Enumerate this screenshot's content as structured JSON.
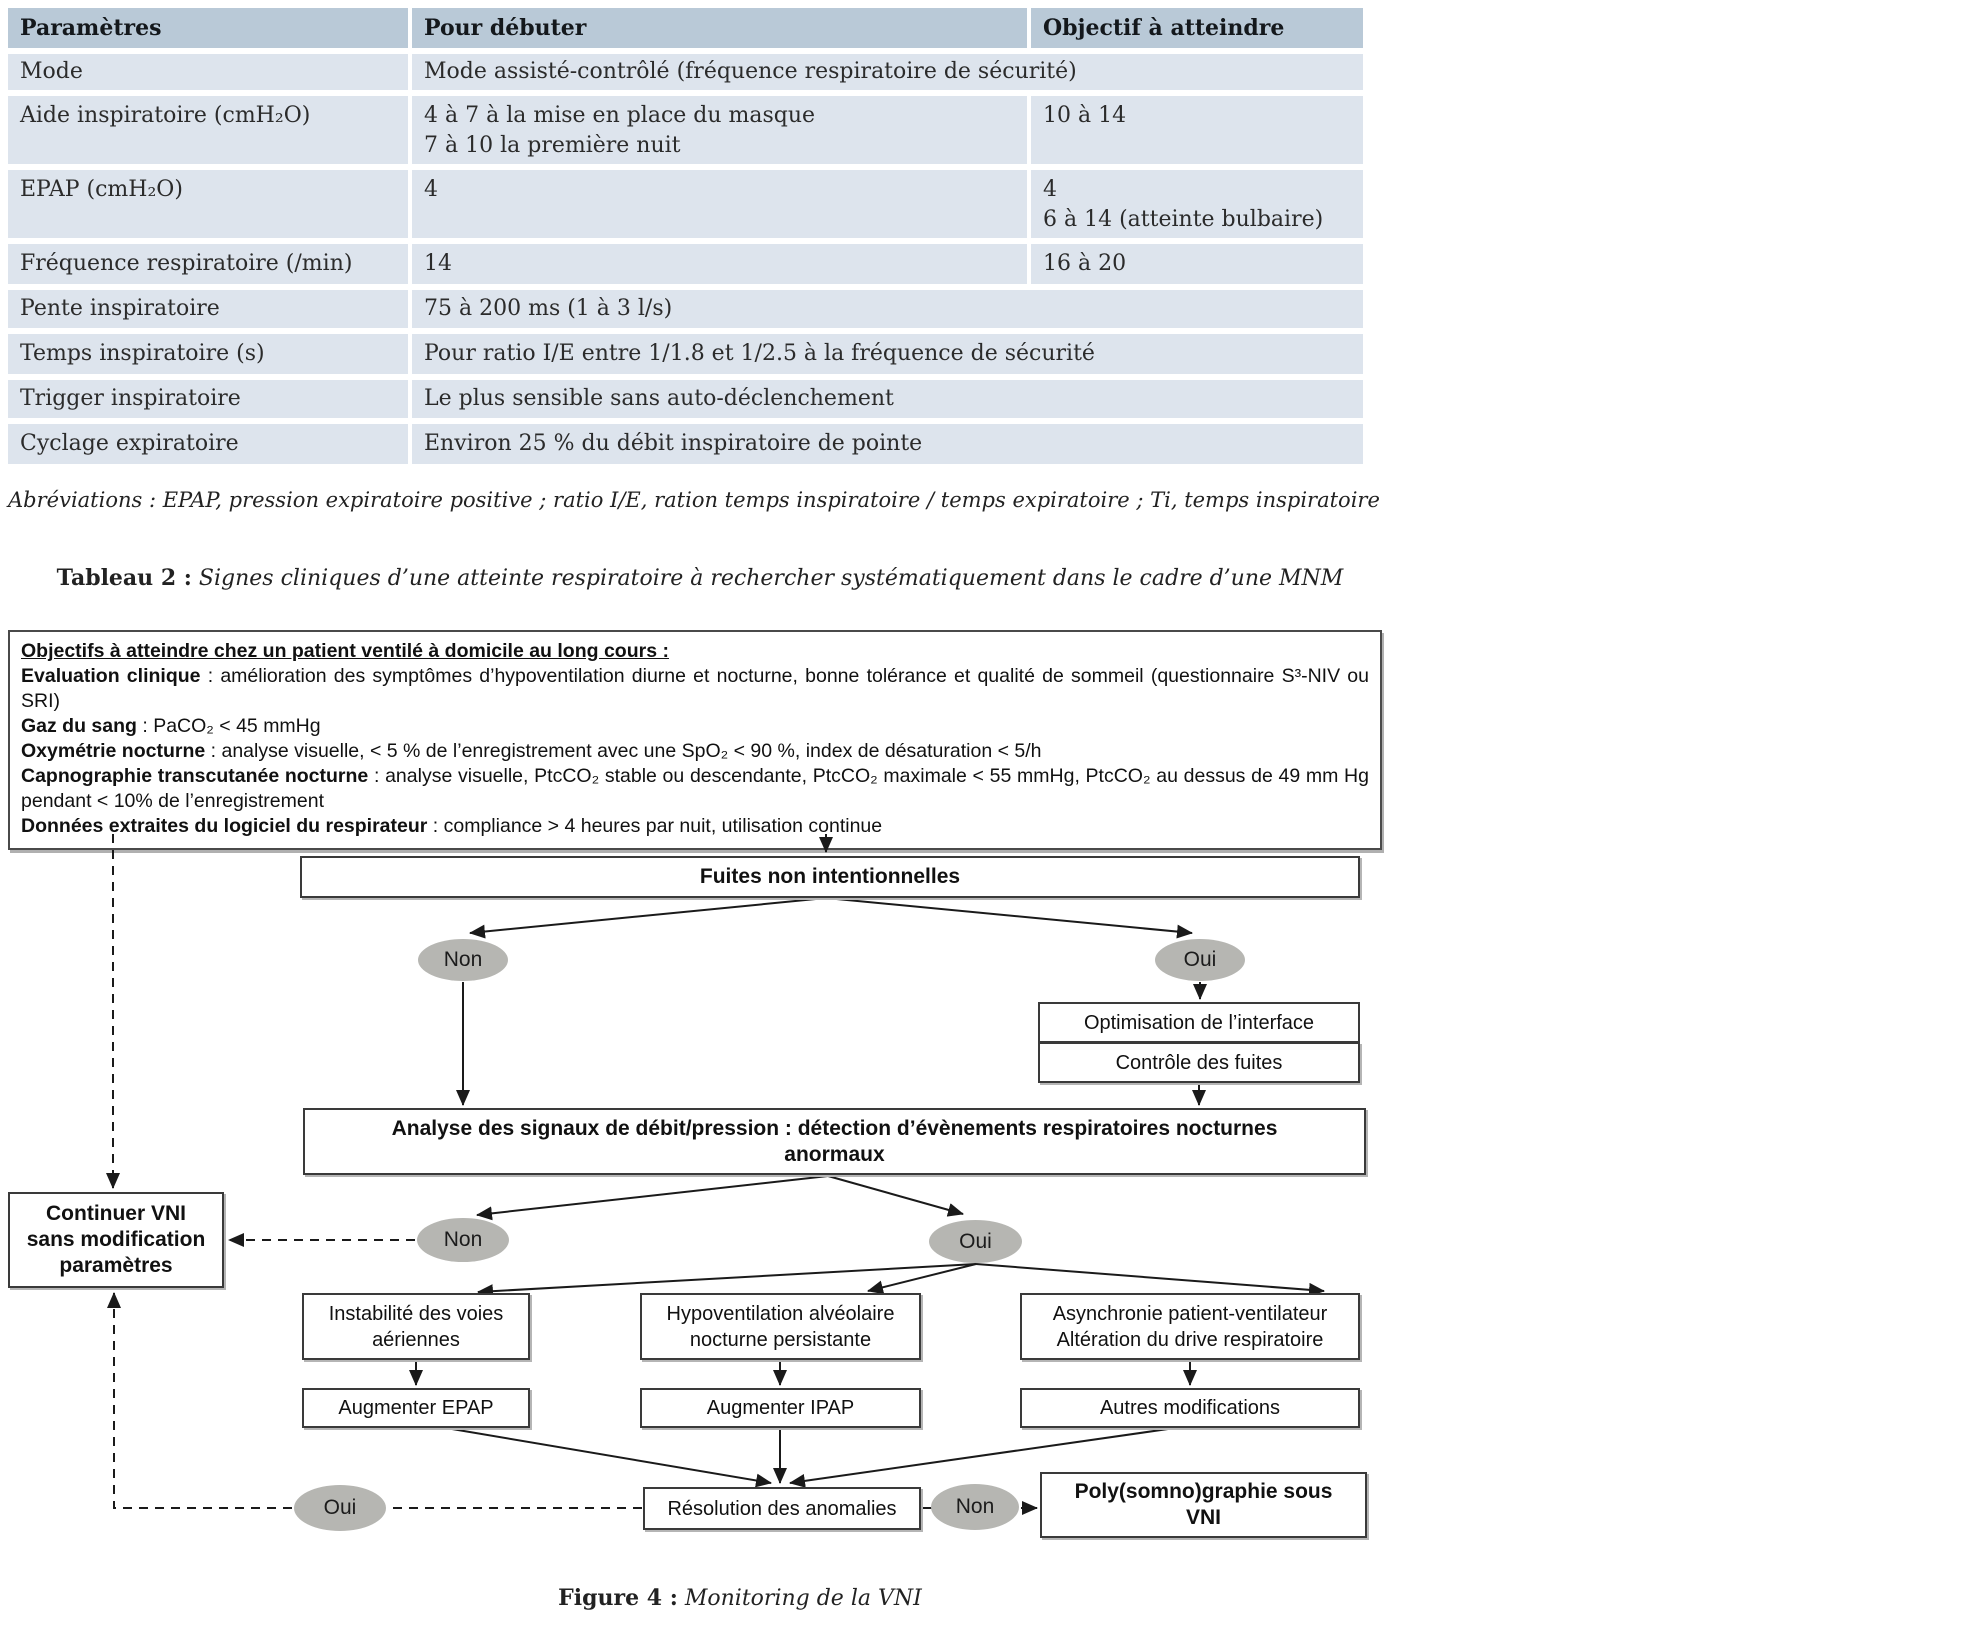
{
  "colors": {
    "table_header_bg": "#b9c9d7",
    "table_row_bg": "#dde4ed",
    "ellipse_bg": "#b6b6b2",
    "box_border": "#3a3a3a"
  },
  "table": {
    "headers": [
      "Paramètres",
      "Pour débuter",
      "Objectif à atteindre"
    ],
    "rows": [
      {
        "param": "Mode",
        "debut": "Mode assisté-contrôlé (fréquence respiratoire de sécurité)",
        "objectif": ""
      },
      {
        "param": "Aide inspiratoire (cmH₂O)",
        "debut": "4 à 7 à la mise en place du masque\n7 à 10 la première nuit",
        "objectif": "10 à 14"
      },
      {
        "param": "EPAP (cmH₂O)",
        "debut": "4",
        "objectif": "4\n6 à 14 (atteinte bulbaire)"
      },
      {
        "param": "Fréquence respiratoire (/min)",
        "debut": "14",
        "objectif": "16 à 20"
      },
      {
        "param": "Pente inspiratoire",
        "debut": "75 à 200 ms (1 à 3 l/s)",
        "objectif": ""
      },
      {
        "param": "Temps inspiratoire (s)",
        "debut": "Pour ratio I/E entre 1/1.8 et 1/2.5 à la fréquence de sécurité",
        "objectif": ""
      },
      {
        "param": "Trigger inspiratoire",
        "debut": "Le plus sensible sans auto-déclenchement",
        "objectif": ""
      },
      {
        "param": "Cyclage expiratoire",
        "debut": "Environ 25 % du débit inspiratoire de pointe",
        "objectif": ""
      }
    ],
    "footnote": "Abréviations : EPAP, pression expiratoire positive ; ratio I/E, ration temps inspiratoire / temps expiratoire ; Ti, temps inspiratoire"
  },
  "captions": {
    "tableau2_label": "Tableau 2 :",
    "tableau2_text": " Signes cliniques d’une atteinte respiratoire à rechercher systématiquement dans le cadre d’une MNM",
    "figure4_label": "Figure 4 :",
    "figure4_text": " Monitoring de la VNI"
  },
  "objectives_box": {
    "title": "Objectifs à atteindre chez un patient ventilé à domicile au long cours :",
    "items": [
      {
        "label": "Evaluation clinique",
        "text": " : amélioration des symptômes d’hypoventilation diurne et nocturne, bonne tolérance et qualité de sommeil (questionnaire S³-NIV ou SRI)"
      },
      {
        "label": "Gaz du sang",
        "text": " : PaCO₂ < 45 mmHg"
      },
      {
        "label": "Oxymétrie nocturne",
        "text": " : analyse visuelle, < 5 % de l’enregistrement avec une SpO₂ < 90 %, index de désaturation < 5/h"
      },
      {
        "label": "Capnographie transcutanée nocturne",
        "text": " : analyse visuelle, PtcCO₂ stable ou descendante, PtcCO₂ maximale < 55 mmHg, PtcCO₂ au dessus de 49 mm Hg pendant < 10% de l’enregistrement"
      },
      {
        "label": "Données extraites du logiciel du respirateur",
        "text": " : compliance > 4 heures par nuit, utilisation continue"
      }
    ]
  },
  "flow": {
    "fuites": "Fuites non intentionnelles",
    "non1": "Non",
    "oui1": "Oui",
    "optimisation": "Optimisation de l’interface",
    "controle": "Contrôle des fuites",
    "analyse": "Analyse des signaux de débit/pression : détection d’évènements respiratoires nocturnes\nanormaux",
    "continuer": "Continuer VNI\nsans modification\nparamètres",
    "non2": "Non",
    "oui2": "Oui",
    "instabilite": "Instabilité des voies\naériennes",
    "hypoventilation": "Hypoventilation alvéolaire\nnocturne persistante",
    "asynchronie": "Asynchronie patient-ventilateur\nAltération du drive respiratoire",
    "augmenter_epap": "Augmenter EPAP",
    "augmenter_ipap": "Augmenter IPAP",
    "autres": "Autres modifications",
    "resolution": "Résolution des anomalies",
    "oui3": "Oui",
    "non3": "Non",
    "poly": "Poly(somno)graphie sous\nVNI"
  }
}
